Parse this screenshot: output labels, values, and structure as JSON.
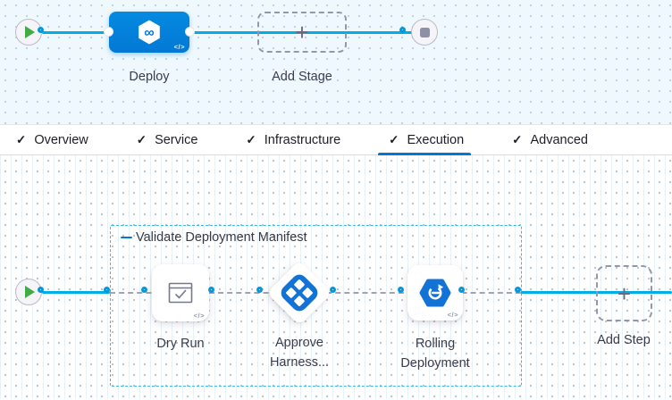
{
  "icons": {
    "check": "✓",
    "plus": "+",
    "code": "</>",
    "infinity": "∞"
  },
  "colors": {
    "accent_blue": "#0278d5",
    "line_blue": "#00ade4",
    "group_border_blue": "#3cb5e8",
    "play_green": "#42ab45",
    "node_gray": "#8f90a6",
    "label_text": "#3a3b4d"
  },
  "stage_pipeline": {
    "stage": {
      "name": "Deploy"
    },
    "add_stage_label": "Add Stage"
  },
  "tabs": {
    "active": "Execution",
    "items": [
      {
        "label": "Overview"
      },
      {
        "label": "Service"
      },
      {
        "label": "Infrastructure"
      },
      {
        "label": "Execution"
      },
      {
        "label": "Advanced"
      }
    ]
  },
  "execution": {
    "step_group": {
      "name": "Validate Deployment Manifest"
    },
    "steps": [
      {
        "name": "Dry Run"
      },
      {
        "name": "Approve Harness..."
      },
      {
        "name": "Rolling Deployment"
      }
    ],
    "add_step_label": "Add Step"
  }
}
